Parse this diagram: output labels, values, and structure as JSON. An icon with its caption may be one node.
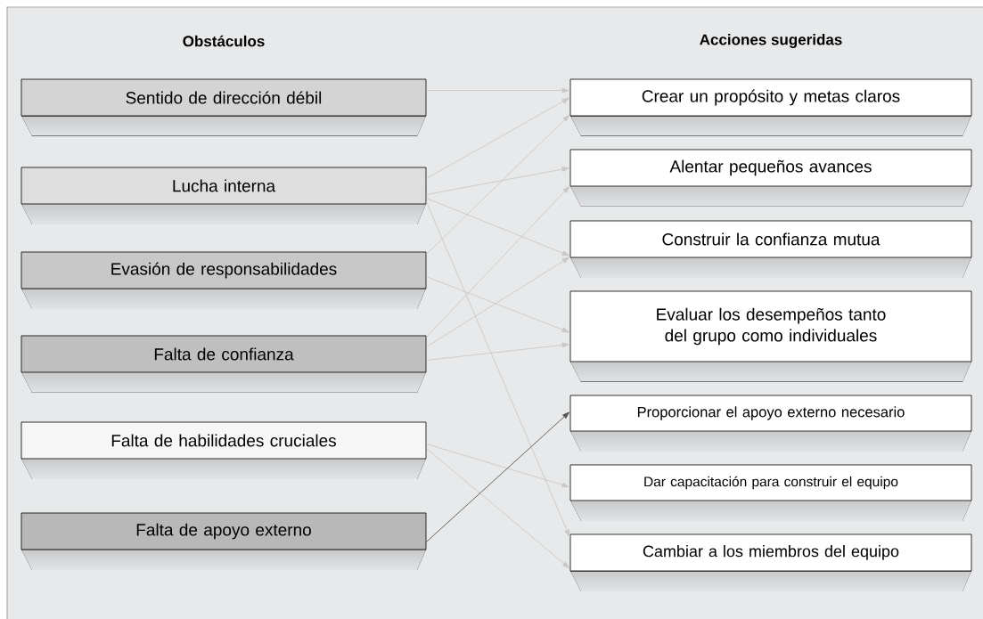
{
  "diagram": {
    "nodes": [
      {
        "text": [
          "Sentido de dirección débil"
        ]
      },
      {
        "text": [
          "Lucha interna"
        ]
      },
      {
        "text": [
          "Evasión de responsabilidades"
        ]
      },
      {
        "text": [
          "Falta de confianza"
        ]
      },
      {
        "text": [
          "Falta de habilidades cruciales"
        ]
      },
      {
        "text": [
          "Falta de apoyo externo"
        ]
      },
      {
        "text": [
          "Crear un propósito y metas claros"
        ]
      },
      {
        "text": [
          "Alentar pequeños avances"
        ]
      },
      {
        "text": [
          "Construir la confianza mutua"
        ]
      },
      {
        "text": [
          "Evaluar los desempeños tanto del grupo como individuales"
        ]
      },
      {
        "text": [
          "Proporcionar el apoyo externo necesario"
        ]
      },
      {
        "text": [
          "Dar capacitación para construir el equipo"
        ]
      },
      {
        "text": [
          "Cambiar a los miembros del equipo"
        ]
      }
    ],
    "edges": [
      {
        "from": 0,
        "to": 6,
        "arrow": "to"
      },
      {
        "from": 1,
        "to": 6,
        "arrow": "to"
      },
      {
        "from": 1,
        "to": 7,
        "arrow": "to"
      },
      {
        "from": 1,
        "to": 8,
        "arrow": "to"
      },
      {
        "from": 1,
        "to": 12,
        "arrow": "to"
      },
      {
        "from": 2,
        "to": 6,
        "arrow": "to"
      },
      {
        "from": 2,
        "to": 9,
        "arrow": "to"
      },
      {
        "from": 3,
        "to": 7,
        "arrow": "to"
      },
      {
        "from": 3,
        "to": 8,
        "arrow": "to"
      },
      {
        "from": 3,
        "to": 9,
        "arrow": "to"
      },
      {
        "from": 4,
        "to": 11,
        "arrow": "to"
      },
      {
        "from": 4,
        "to": 12,
        "arrow": "to"
      },
      {
        "from": 5,
        "to": 10,
        "arrow": "to",
        "color": "#555555"
      }
    ],
    "labels": [
      "Obstáculos",
      "Acciones sugeridas"
    ]
  }
}
